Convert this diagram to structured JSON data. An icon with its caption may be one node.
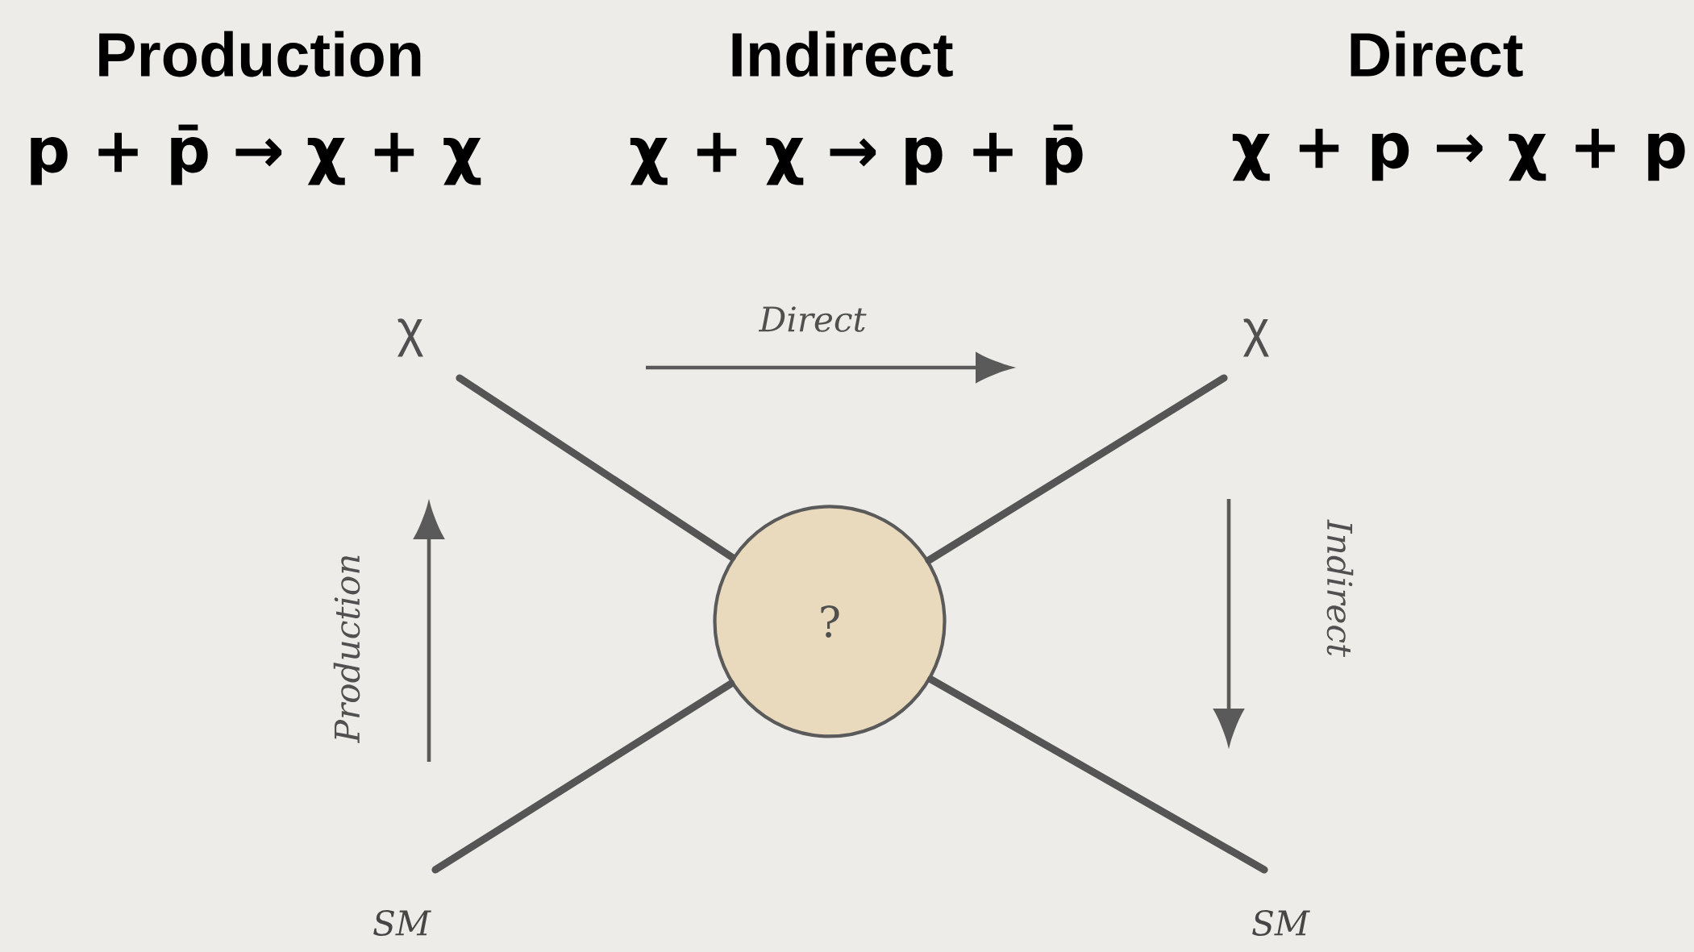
{
  "diagram": {
    "nodes": [
      {
        "text": [
          "?"
        ]
      },
      {
        "text": [
          "χ"
        ]
      },
      {
        "text": [
          "χ"
        ]
      },
      {
        "text": [
          "SM"
        ]
      },
      {
        "text": [
          "SM"
        ]
      }
    ],
    "edges": [
      {
        "from": 1,
        "to": 0,
        "arrow": "none"
      },
      {
        "from": 2,
        "to": 0,
        "arrow": "none"
      },
      {
        "from": 3,
        "to": 0,
        "arrow": "none"
      },
      {
        "from": 4,
        "to": 0,
        "arrow": "none"
      }
    ],
    "labels": [
      "Production",
      "Indirect",
      "Direct",
      "p + p̄ → χ + χ",
      "χ + χ → p + p̄",
      "χ + p → χ + p",
      "Direct",
      "Production",
      "Indirect"
    ]
  }
}
